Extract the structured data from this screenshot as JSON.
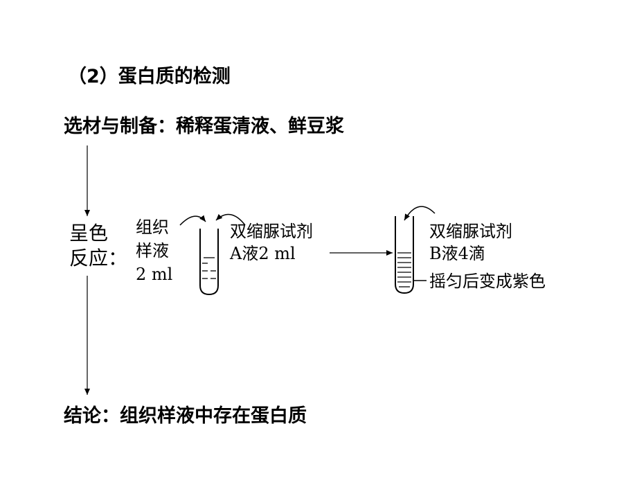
{
  "section_title": "（2）蛋白质的检测",
  "material_prep": "选材与制备：稀释蛋清液、鲜豆浆",
  "reaction_label": [
    "呈色",
    "反应："
  ],
  "left_sample": [
    "组织",
    "样液",
    "2 ml"
  ],
  "reagent_a": [
    "双缩脲试剂",
    "A液2 ml"
  ],
  "reagent_b": [
    "双缩脲试剂",
    "B液4滴"
  ],
  "result_note": "摇匀后变成紫色",
  "conclusion": "结论：组织样液中存在蛋白质"
}
